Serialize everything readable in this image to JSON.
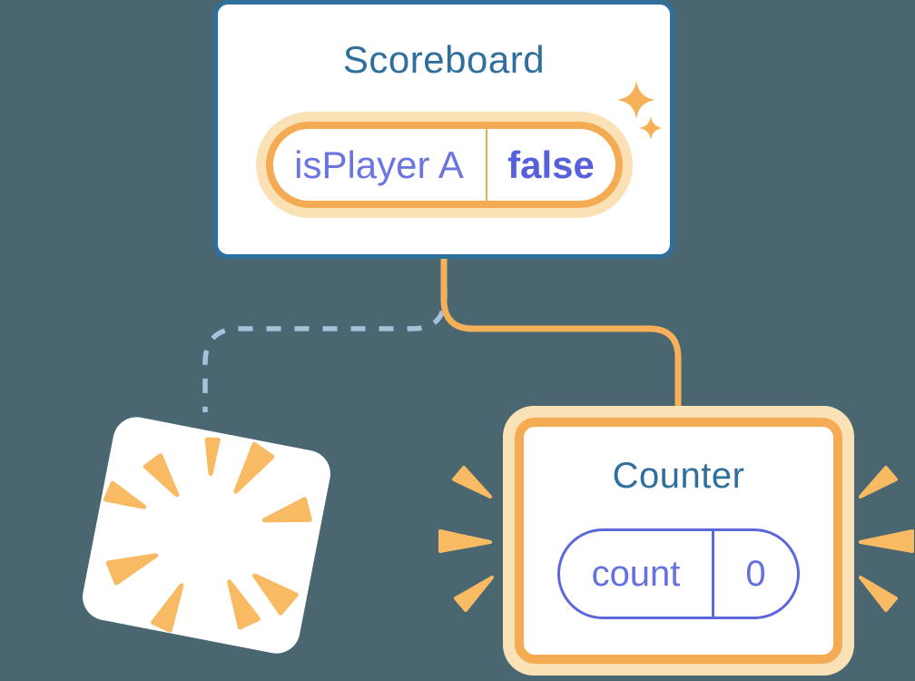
{
  "diagram": {
    "description": "React component tree state diagram: Scoreboard parent with new state pill, old child component destroyed (poof), new Counter child created with reset state",
    "scoreboard": {
      "title": "Scoreboard",
      "state": {
        "key": "isPlayer A",
        "value": "false"
      }
    },
    "counter": {
      "title": "Counter",
      "state": {
        "key": "count",
        "value": "0"
      }
    },
    "icons": {
      "sparkle": "sparkle-icon",
      "poof": "poof-burst-icon",
      "emphasis_left": "emphasis-rays-left-icon",
      "emphasis_right": "emphasis-rays-right-icon"
    },
    "palette": {
      "background": "#4A6670",
      "card_fill": "#FFFFFF",
      "blue_border_title": "#2E6F9D",
      "orange_solid": "#F5AB54",
      "orange_light_ring": "#FBE2B6",
      "orange_ray": "#F8BB63",
      "purple_border": "#5B67DB",
      "purple_text": "#6B74E1",
      "purple_bold_text": "#5560DA",
      "dashed_link": "#A4C2DB"
    }
  }
}
